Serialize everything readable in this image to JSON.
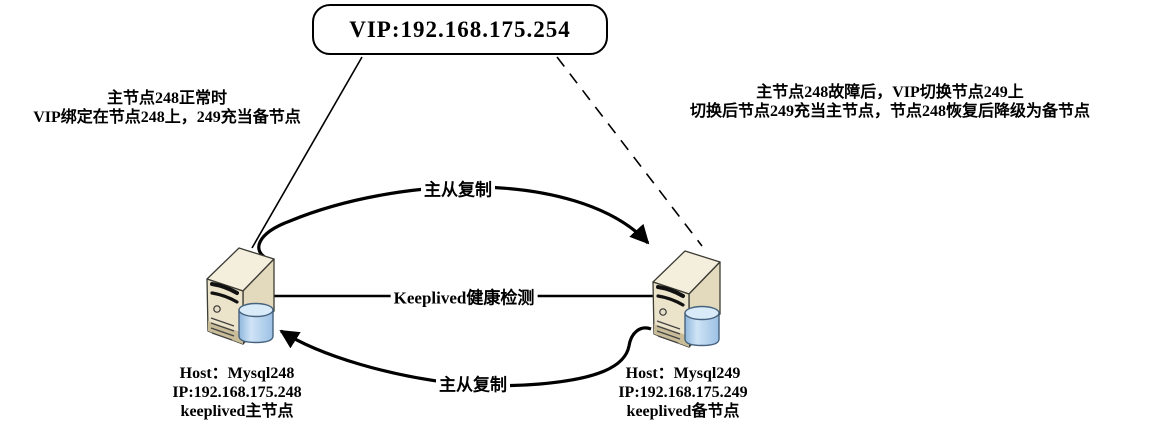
{
  "diagram": {
    "vip": {
      "label": "VIP:192.168.175.254"
    },
    "note_left": {
      "line1": "主节点248正常时",
      "line2": "VIP绑定在节点248上，249充当备节点"
    },
    "note_right": {
      "line1": "主节点248故障后，VIP切换节点249上",
      "line2": "切换后节点249充当主节点，节点248恢复后降级为备节点"
    },
    "links": {
      "replication_top_label": "主从复制",
      "health_check_label": "Keeplived健康检测",
      "replication_bottom_label": "主从复制",
      "vip_to_master_style": "solid",
      "vip_to_backup_style": "dashed"
    },
    "server_left": {
      "host": "Host：Mysql248",
      "ip": "IP:192.168.175.248",
      "role": "keeplived主节点"
    },
    "server_right": {
      "host": "Host：Mysql249",
      "ip": "IP:192.168.175.249",
      "role": "keeplived备节点"
    },
    "colors": {
      "line": "#000000",
      "server_top": "#f4eedd",
      "server_front": "#ece3cb",
      "server_side": "#e3d9bd",
      "database_body": "#aecdeb",
      "database_top": "#d9ebf8",
      "background": "#ffffff"
    }
  }
}
